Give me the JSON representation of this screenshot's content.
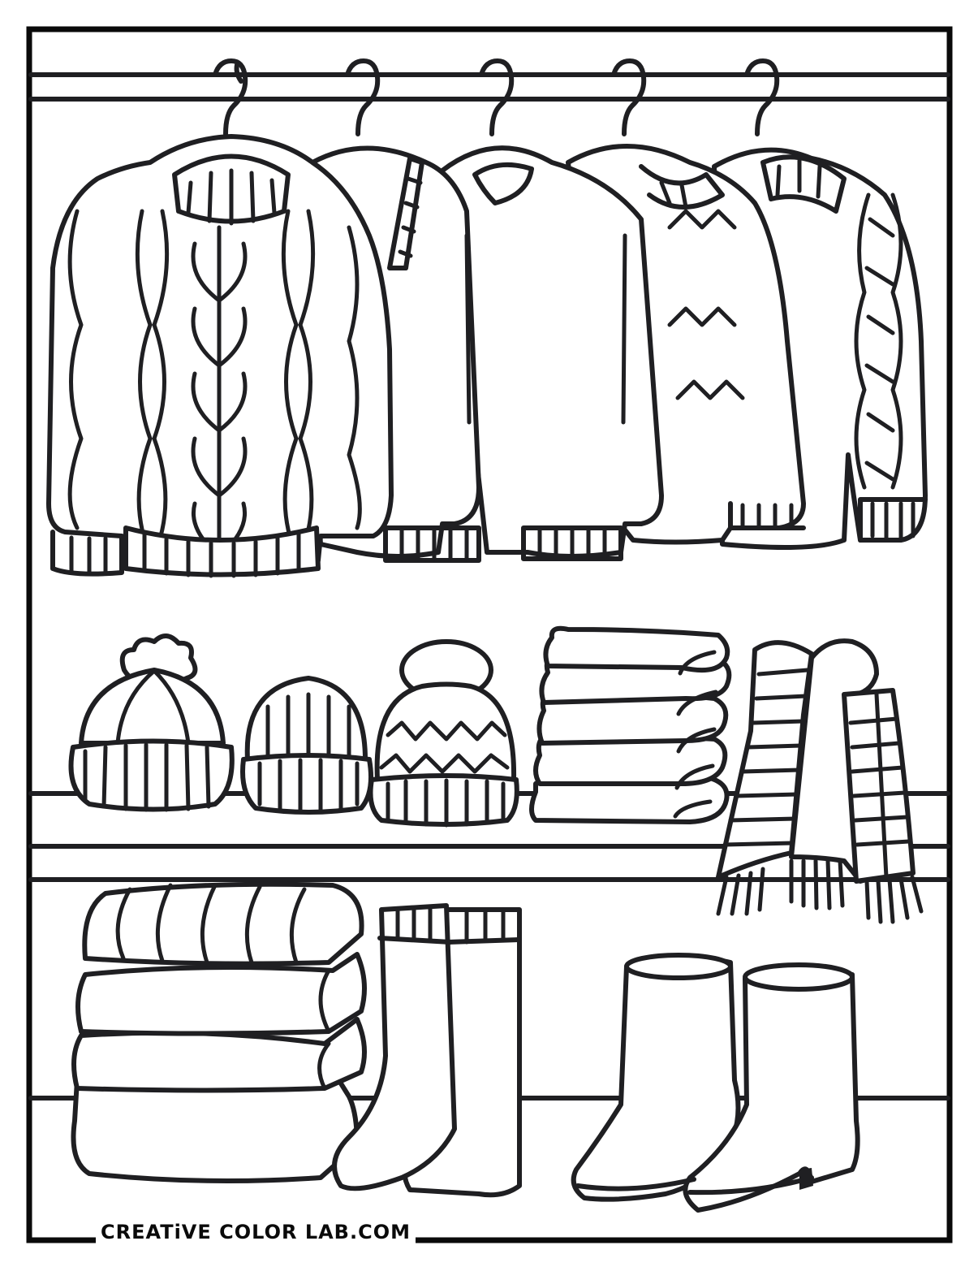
{
  "page": {
    "type": "coloring-page",
    "theme": "winter wardrobe closet",
    "credit_text": "CREATiVE COLOR LAB.COM"
  },
  "colors": {
    "line": "#1f1f22",
    "frame": "#0a0a0a",
    "background": "#ffffff"
  },
  "closet": {
    "rod": {
      "hangers": 5
    },
    "hanging_items": [
      {
        "name": "cable-knit turtleneck sweater",
        "pattern": "braids"
      },
      {
        "name": "v-neck cardigan",
        "pattern": "plain"
      },
      {
        "name": "crew-neck sweater",
        "pattern": "plain"
      },
      {
        "name": "zigzag sweater",
        "pattern": "zigzag"
      },
      {
        "name": "cable-knit sweater",
        "pattern": "braids"
      }
    ],
    "shelf_items": [
      {
        "name": "pom-pom beanie"
      },
      {
        "name": "ribbed beanie"
      },
      {
        "name": "zigzag beanie"
      },
      {
        "name": "folded sweater stack",
        "count": 5
      },
      {
        "name": "striped plaid scarf"
      }
    ],
    "floor_items": [
      {
        "name": "folded blanket stack",
        "count": 4
      },
      {
        "name": "pair of socks"
      },
      {
        "name": "pair of rain boots"
      }
    ]
  }
}
